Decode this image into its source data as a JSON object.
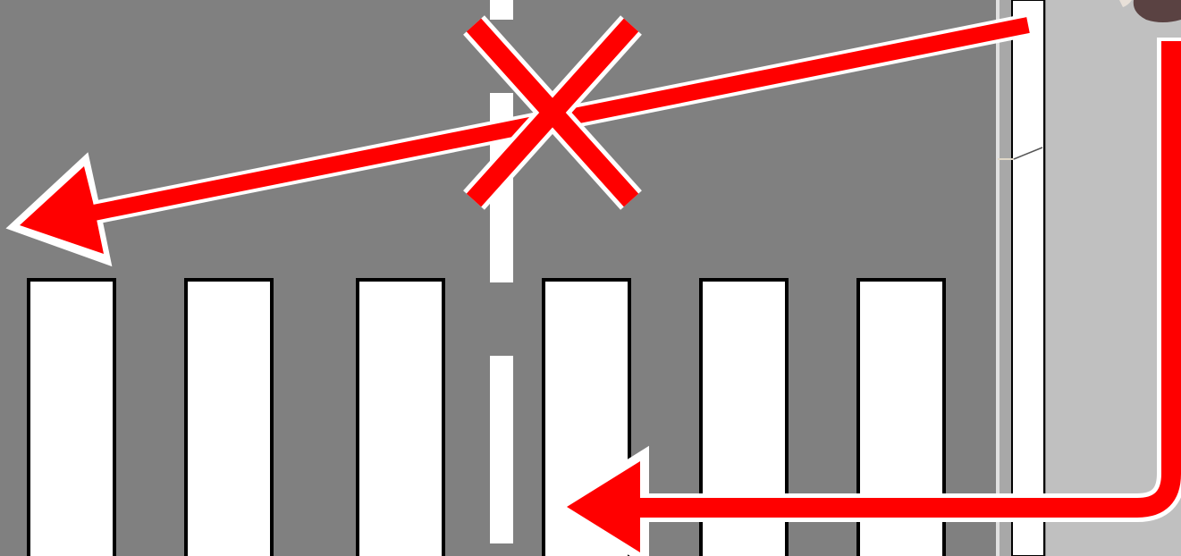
{
  "colors": {
    "road": "#808080",
    "sidewalk": "#c0c0c0",
    "marking": "#ffffff",
    "marking_outline": "#000000",
    "arrow": "#ff0000",
    "arrow_outline": "#ffffff",
    "pedestrian_shoe": "#5a4242"
  },
  "elements": {
    "crosswalk_stripes": 6,
    "center_line": "dashed",
    "diagonal_path": "prohibited",
    "correct_path": "walk-along-sidewalk-then-cross-at-crosswalk"
  },
  "icons": [
    "prohibited-x-icon",
    "arrow-left-icon",
    "pedestrian-shoe-icon"
  ]
}
